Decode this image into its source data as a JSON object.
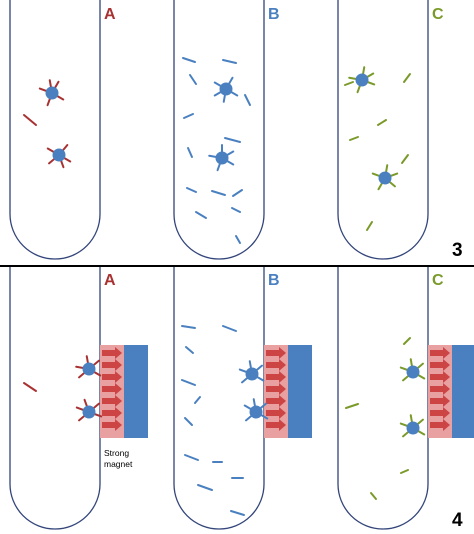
{
  "panels": [
    {
      "number": "3"
    },
    {
      "number": "4",
      "magnet_label": [
        "Strong",
        "magnet"
      ]
    }
  ],
  "tubes": [
    {
      "letter": "A",
      "color": "#a83232"
    },
    {
      "letter": "B",
      "color": "#4a80c0"
    },
    {
      "letter": "C",
      "color": "#7a9a2a"
    }
  ],
  "colors": {
    "tube_outline": "#33457a",
    "particle_core": "#4a80c0",
    "magnet_outer": "#e8a0a0",
    "magnet_inner": "#4a80c0",
    "arrows": "#cc4444",
    "divider": "#000000"
  }
}
